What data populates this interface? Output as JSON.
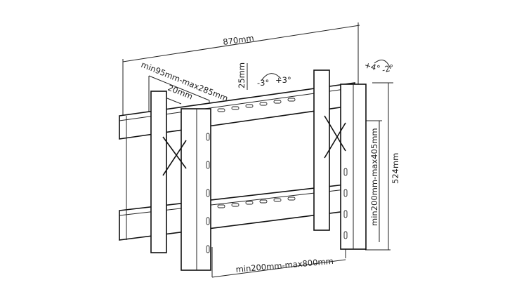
{
  "diagram": {
    "labels": {
      "width": "870mm",
      "depth_range": "min95mm-max285mm",
      "depth_min": "20mm",
      "pop_out": "25mm",
      "roll_minus": "-3°",
      "roll_plus": "+3°",
      "tilt_plus": "+4°",
      "tilt_minus": "-2°",
      "height": "524mm",
      "vertical_range": "min200mm-max405mm",
      "horizontal_range": "min200mm-max800mm"
    }
  }
}
